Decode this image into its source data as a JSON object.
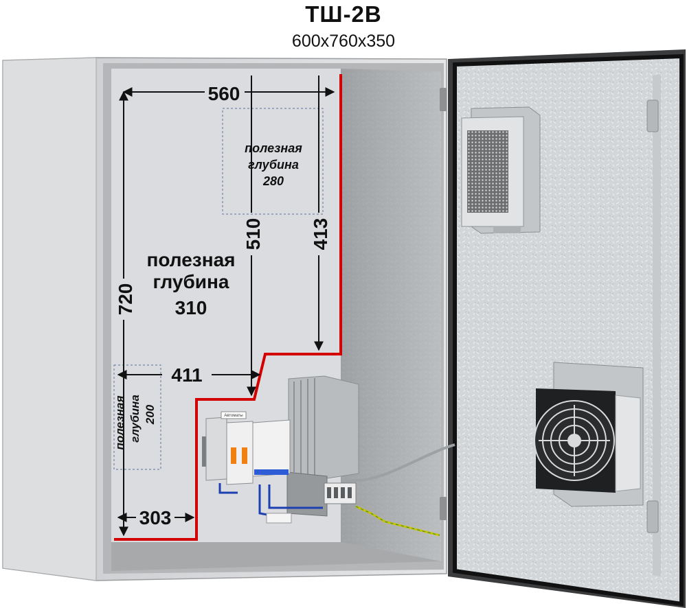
{
  "header": {
    "model": "ТШ-2В",
    "dimensions": "600x760x350"
  },
  "dimensions": {
    "inner_width": "560",
    "height": "720",
    "height_510": "510",
    "height_413": "413",
    "width_411": "411",
    "width_303": "303"
  },
  "depth_labels": {
    "main": {
      "line1": "полезная",
      "line2": "глубина",
      "value": "310"
    },
    "upper_right": {
      "line1": "полезная",
      "line2": "глубина",
      "value": "280"
    },
    "lower_left": {
      "line1": "полезная",
      "line2": "глубина",
      "value": "200"
    }
  },
  "device_labels": {
    "breaker_tag": "Автоматы"
  },
  "colors": {
    "cabinet_body": "#d8dadc",
    "back_panel": "#c9cbcd",
    "side_wall": "#9fa1a3",
    "door_panel": "#cfd3d6",
    "boundary_line": "#d40000",
    "dimension_line": "#111111"
  },
  "icons": [
    "fan-filter-icon",
    "vent-grille-icon",
    "din-rail-icon",
    "heater-icon",
    "terminal-block-icon"
  ]
}
